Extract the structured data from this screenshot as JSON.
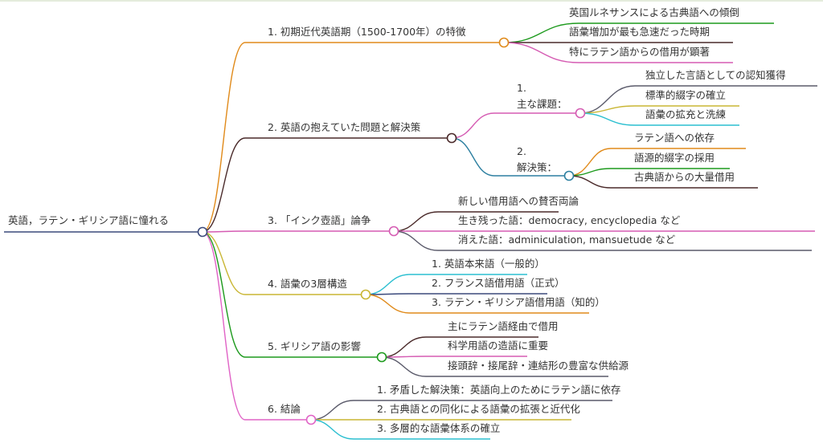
{
  "colors": {
    "root": "#3b4a7c",
    "b1": "#e08a1a",
    "b2": "#4a2a2a",
    "b3": "#d55cb3",
    "b4": "#c9b634",
    "b5": "#1d9a1d",
    "b6": "#e063c6",
    "green": "#1d9a1d",
    "brown": "#4a2a2a",
    "pink": "#d55cb3",
    "gray": "#5a5a6a",
    "olive": "#c9b634",
    "cyan": "#2bbfd0",
    "orange": "#e08a1a",
    "teal": "#2c7fa0",
    "navy": "#3b4a7c"
  },
  "root": "英語，ラテン・ギリシア語に憧れる",
  "b1": {
    "label": "1. 初期近代英語期（1500-1700年）の特徴",
    "children": [
      "英国ルネサンスによる古典語への傾倒",
      "語彙増加が最も急速だった時期",
      "特にラテン語からの借用が顕著"
    ]
  },
  "b2": {
    "label": "2. 英語の抱えていた問題と解決策",
    "s1": {
      "num": "1.",
      "label": "主な課題：",
      "children": [
        "独立した言語としての認知獲得",
        "標準的綴字の確立",
        "語彙の拡充と洗練"
      ]
    },
    "s2": {
      "num": "2.",
      "label": "解決策：",
      "children": [
        "ラテン語への依存",
        "語源的綴字の採用",
        "古典語からの大量借用"
      ]
    }
  },
  "b3": {
    "label": "3. 「インク壺語」論争",
    "children": [
      "新しい借用語への賛否両論",
      "生き残った語：democracy, encyclopedia など",
      "消えた語：adminiculation, mansuetude など"
    ]
  },
  "b4": {
    "label": "4. 語彙の3層構造",
    "children": [
      "1. 英語本来語（一般的）",
      "2. フランス語借用語（正式）",
      "3. ラテン・ギリシア語借用語（知的）"
    ]
  },
  "b5": {
    "label": "5. ギリシア語の影響",
    "children": [
      "主にラテン語経由で借用",
      "科学用語の造語に重要",
      "接頭辞・接尾辞・連結形の豊富な供給源"
    ]
  },
  "b6": {
    "label": "6. 結論",
    "children": [
      "1. 矛盾した解決策：英語向上のためにラテン語に依存",
      "2. 古典語との同化による語彙の拡張と近代化",
      "3. 多層的な語彙体系の確立"
    ]
  }
}
